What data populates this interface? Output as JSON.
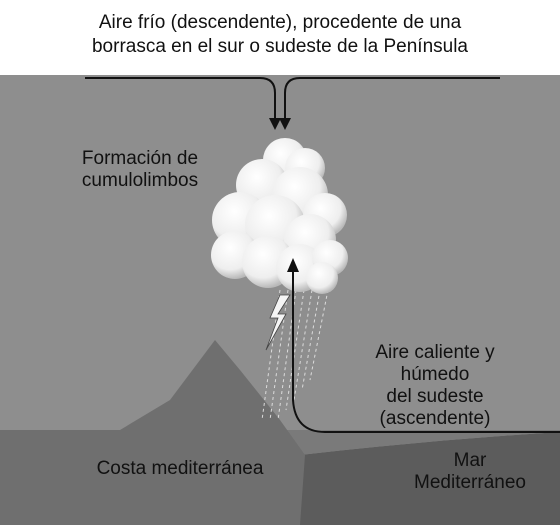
{
  "labels": {
    "cold_air_line1": "Aire frío (descendente), procedente de una",
    "cold_air_line2": "borrasca en el sur o sudeste de la Península",
    "cloud_line1": "Formación de",
    "cloud_line2": "cumulolimbos",
    "warm_air_line1": "Aire caliente y",
    "warm_air_line2": "húmedo",
    "warm_air_line3": "del sudeste",
    "warm_air_line4": "(ascendente)",
    "coast": "Costa mediterránea",
    "sea_line1": "Mar",
    "sea_line2": "Mediterráneo"
  },
  "colors": {
    "background": "#8a8a8a",
    "upper_band": "#9a9a9a",
    "mountain": "#707070",
    "sea": "#5a5a5a",
    "cloud": "#f4f4f4",
    "arrow": "#111111",
    "rain": "#e0e0e0",
    "text": "#111111"
  },
  "icons": {
    "lightning": "lightning-bolt-icon",
    "rain": "rain-shower-icon",
    "cloud": "cumulonimbus-cloud-icon"
  }
}
